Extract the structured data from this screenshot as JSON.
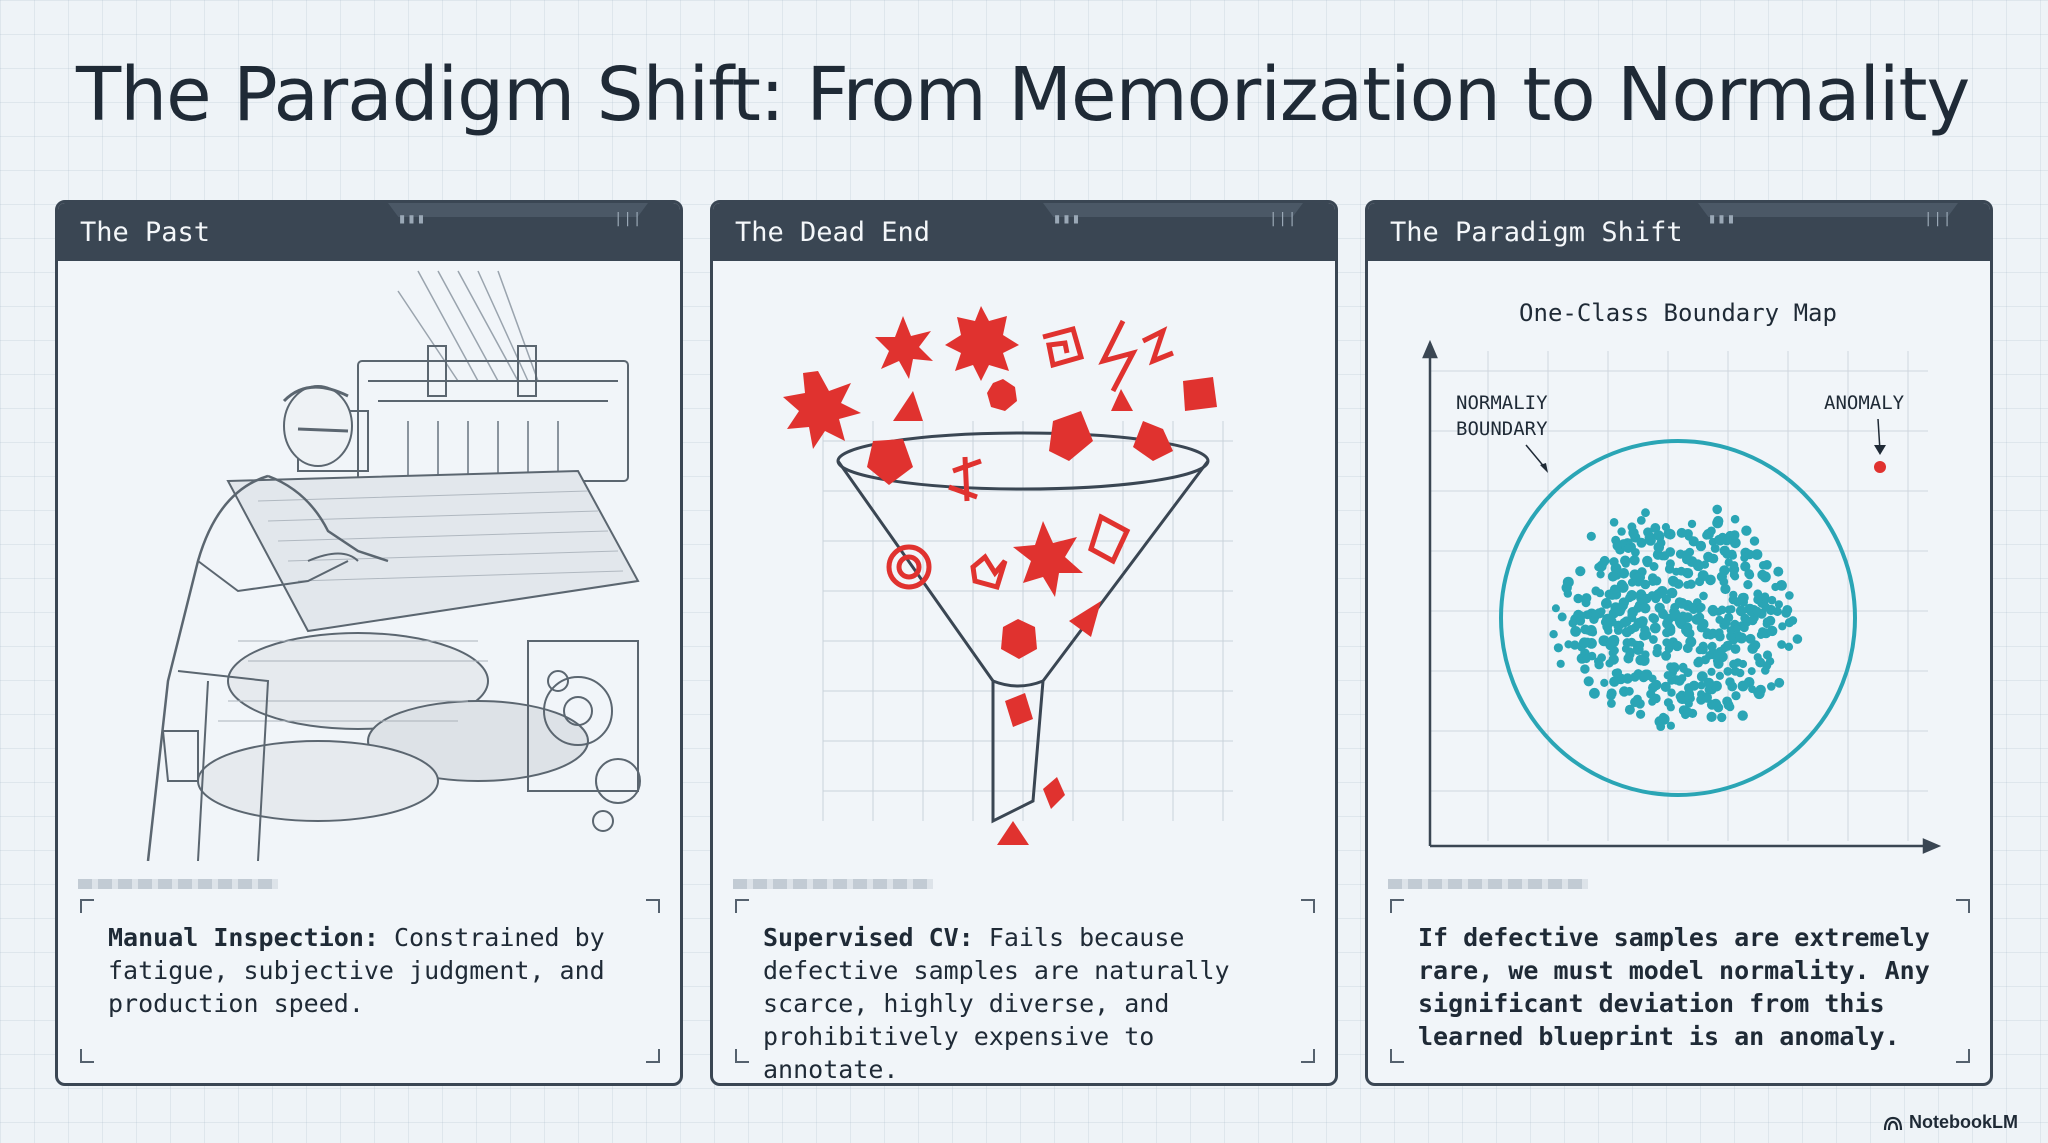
{
  "title": "The Paradigm Shift: From Memorization to Normality",
  "panels": [
    {
      "header": "The Past",
      "caption_bold": "Manual Inspection:",
      "caption_text": " Constrained by fatigue, subjective judgment, and production speed."
    },
    {
      "header": "The Dead End",
      "caption_bold": "Supervised CV:",
      "caption_text": " Fails because defective samples are naturally scarce, highly diverse, and prohibitively expensive to annotate."
    },
    {
      "header": "The Paradigm Shift",
      "chart_title": "One-Class Boundary Map",
      "boundary_label_1": "NORMALIY",
      "boundary_label_2": "BOUNDARY",
      "anomaly_label": "ANOMALY",
      "caption_bold": "If defective samples are extremely rare, we must model normality. Any significant deviation from this learned blueprint is an anomaly.",
      "caption_text": ""
    }
  ],
  "brand": "NotebookLM",
  "colors": {
    "accent_red": "#e0322f",
    "accent_teal": "#2aa5b5",
    "frame": "#3a4653"
  }
}
